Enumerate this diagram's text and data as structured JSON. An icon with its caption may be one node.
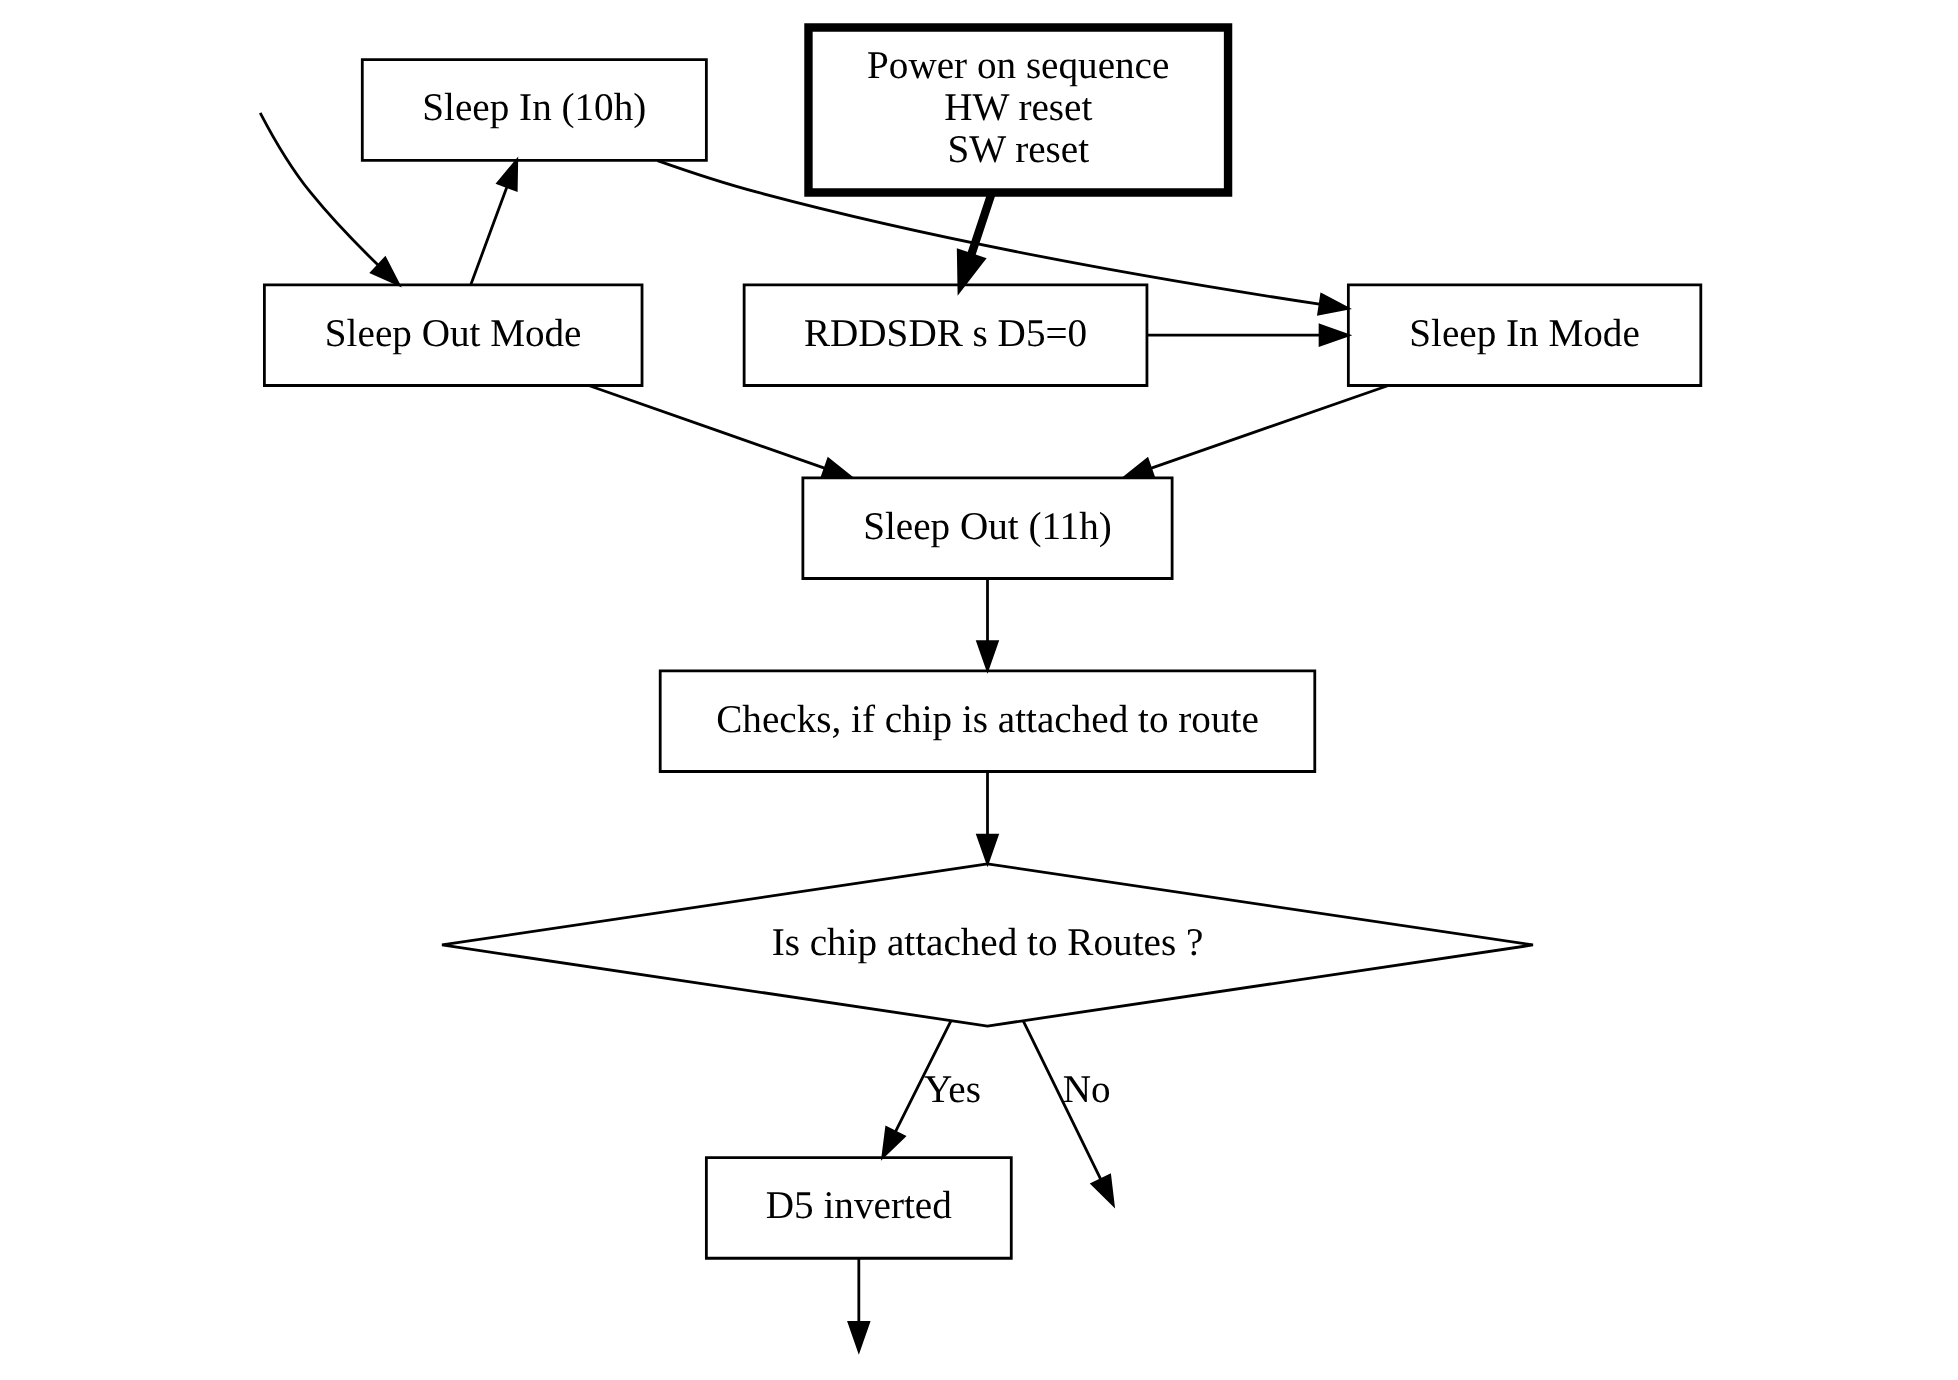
{
  "diagram": {
    "nodes": [
      {
        "text": [
          "Sleep In (10h)"
        ]
      },
      {
        "text": [
          "Power on sequence",
          "HW reset",
          "SW reset"
        ]
      },
      {
        "text": [
          "Sleep Out Mode"
        ]
      },
      {
        "text": [
          "Sleep In Mode"
        ]
      },
      {
        "text": [
          "RDDSDR s D5=0"
        ]
      },
      {
        "text": [
          "Sleep Out (11h)"
        ]
      },
      {
        "text": [
          "Checks, if chip is attached to route"
        ]
      },
      {
        "text": [
          "Is chip attached to Routes ?"
        ]
      },
      {
        "text": [
          "D5 inverted"
        ]
      }
    ],
    "edges": [
      {
        "from": 2,
        "to": 0,
        "arrow": "to"
      },
      {
        "from": 0,
        "to": 3,
        "arrow": "to"
      },
      {
        "from": 1,
        "to": 4,
        "arrow": "to",
        "style": "thick"
      },
      {
        "from": 4,
        "to": 3,
        "arrow": "to"
      },
      {
        "from": 3,
        "to": 5,
        "arrow": "to"
      },
      {
        "from": 2,
        "to": 5,
        "arrow": "to"
      },
      {
        "from": 5,
        "to": 6,
        "arrow": "to"
      },
      {
        "from": 6,
        "to": 7,
        "arrow": "to"
      },
      {
        "from": 7,
        "to": 8,
        "arrow": "to",
        "label": "Yes"
      },
      {
        "from": 7,
        "to": null,
        "arrow": "to",
        "label": "No"
      },
      {
        "from": 8,
        "to": null,
        "arrow": "to"
      },
      {
        "from": null,
        "to": 2,
        "arrow": "to"
      }
    ]
  }
}
